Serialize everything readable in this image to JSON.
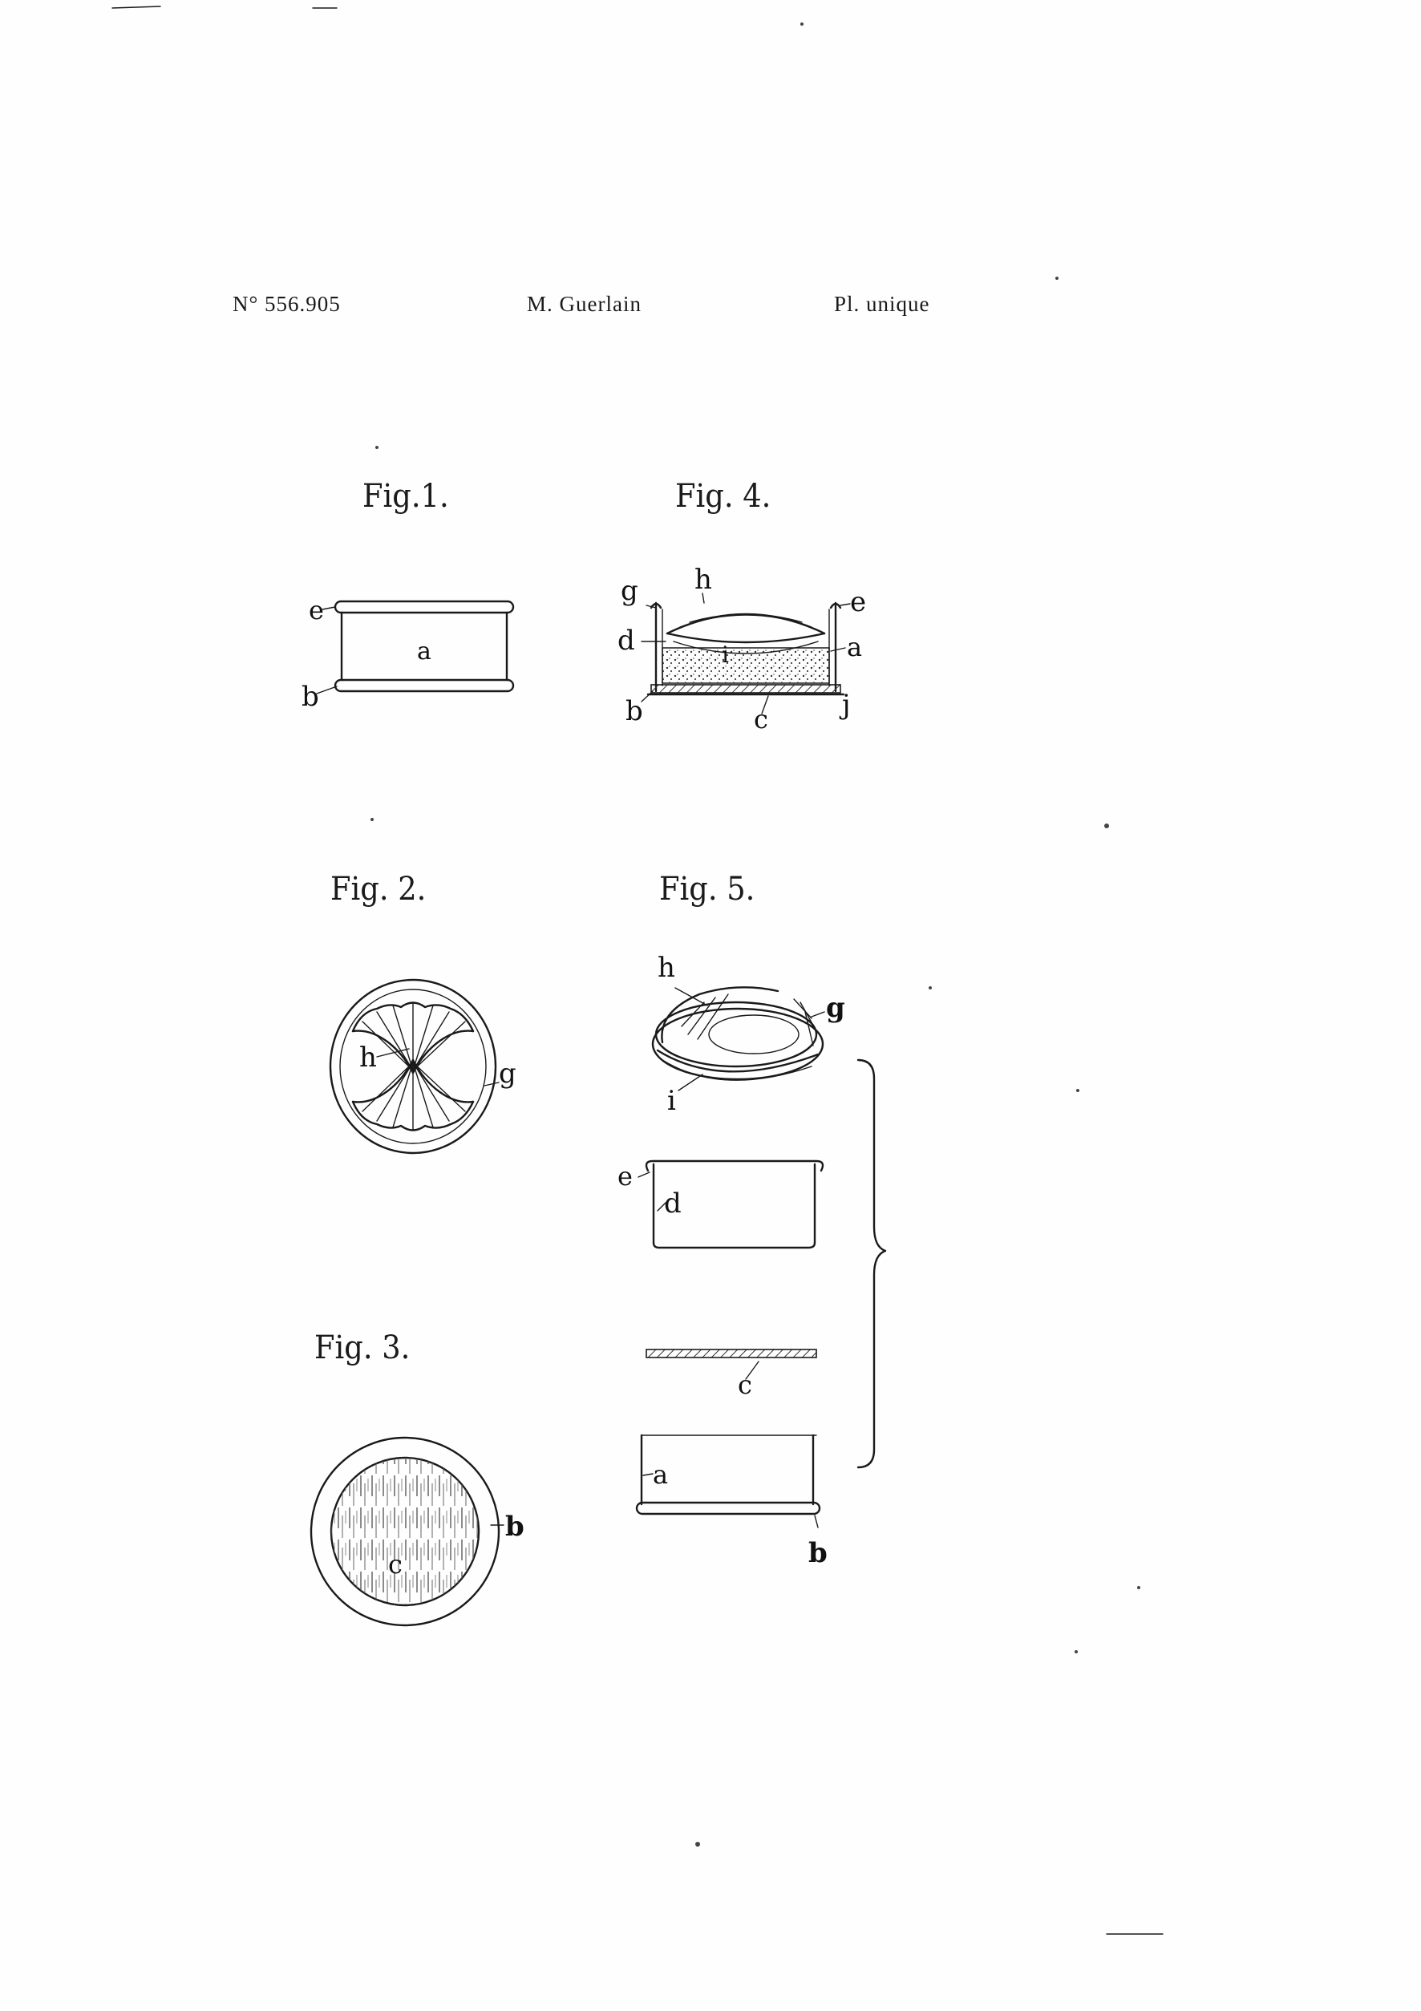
{
  "header": {
    "patent_number": "N° 556.905",
    "inventor": "M. Guerlain",
    "plate": "Pl. unique"
  },
  "figures": {
    "fig1": {
      "title": "Fig.1.",
      "labels": {
        "a": "a",
        "b": "b",
        "e": "e"
      }
    },
    "fig2": {
      "title": "Fig. 2.",
      "labels": {
        "h": "h",
        "g": "g"
      }
    },
    "fig3": {
      "title": "Fig. 3.",
      "labels": {
        "b": "b",
        "c": "c"
      }
    },
    "fig4": {
      "title": "Fig. 4.",
      "labels": {
        "g": "g",
        "h": "h",
        "e": "e",
        "d": "d",
        "i": "i",
        "a": "a",
        "b": "b",
        "c": "c",
        "j": "j"
      }
    },
    "fig5": {
      "title": "Fig. 5.",
      "labels": {
        "h": "h",
        "g": "g",
        "i": "i",
        "e": "e",
        "d": "d",
        "c": "c",
        "a": "a",
        "b": "b"
      }
    }
  },
  "colors": {
    "ink": "#1a1a1a",
    "paper": "#fefefe"
  }
}
